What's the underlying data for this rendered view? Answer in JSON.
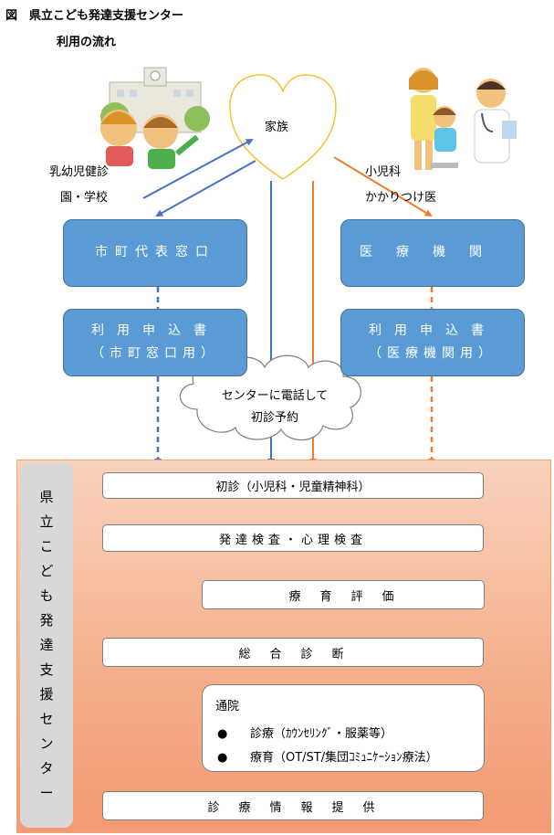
{
  "title": "図　県立こども発達支援センター",
  "subtitle": "利用の流れ",
  "heart": {
    "label": "家族"
  },
  "left_labels": {
    "line1": "乳幼児健診",
    "line2": "園・学校"
  },
  "right_labels": {
    "line1": "小児科",
    "line2": "かかりつけ医"
  },
  "boxes": {
    "city_window": "市町代表窓口",
    "medical": "医療機関",
    "app_city": {
      "line1": "利用申込書",
      "line2": "（市町窓口用）"
    },
    "app_medical": {
      "line1": "利用申込書",
      "line2": "（医療機関用）"
    }
  },
  "cloud": {
    "line1": "センターに電話して",
    "line2": "初診予約"
  },
  "center": {
    "label_chars": [
      "県",
      "立",
      "こ",
      "ど",
      "も",
      "発",
      "達",
      "支",
      "援",
      "セ",
      "ン",
      "タ",
      "ー"
    ],
    "steps": {
      "first_visit": "初診（小児科・児童精神科）",
      "tests": "発達検査・心理検査",
      "eval": "療　育　評　価",
      "diagnosis": "総　合　診　断",
      "info": "診　療　情　報　提　供"
    },
    "outpatient": {
      "heading": "通院",
      "bullet": "●",
      "item1": "診療（ｶｳﾝｾﾘﾝｸﾞ・服薬等）",
      "item2": "療育（OT/ST/集団ｺﾐｭﾆｹｰｼｮﾝ療法）"
    }
  },
  "colors": {
    "blue_box": "#5b9bd5",
    "blue_arrow": "#4472c4",
    "orange_arrow": "#ed7d31",
    "heart_stroke": "#f5c232",
    "center_bg": "#f5b08c",
    "center_label_bg": "#d8d8d8"
  }
}
